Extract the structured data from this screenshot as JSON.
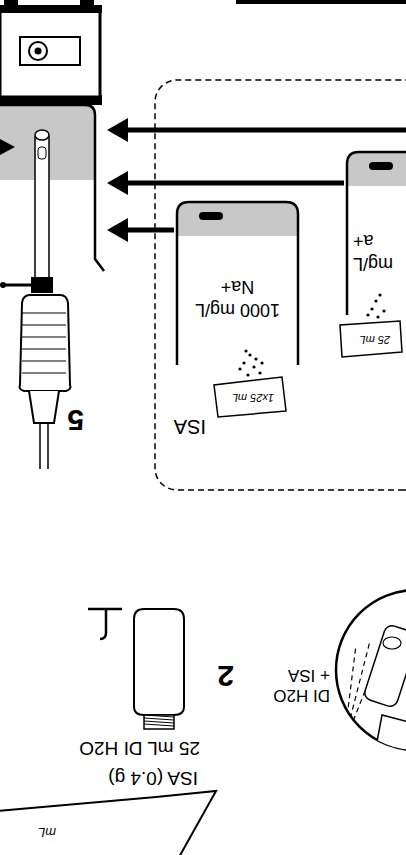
{
  "diagram": {
    "nodes": [
      {
        "text": [
          "1000 mg/L Na+"
        ]
      },
      {
        "text": [
          "mg/L a+"
        ]
      }
    ],
    "labels": [
      "mL",
      "ISA (0.4 g)",
      "25 mL DI H2O",
      "2",
      "DI H2O + ISA",
      "5",
      "ISA",
      "1x25 mL",
      "25 mL"
    ]
  }
}
